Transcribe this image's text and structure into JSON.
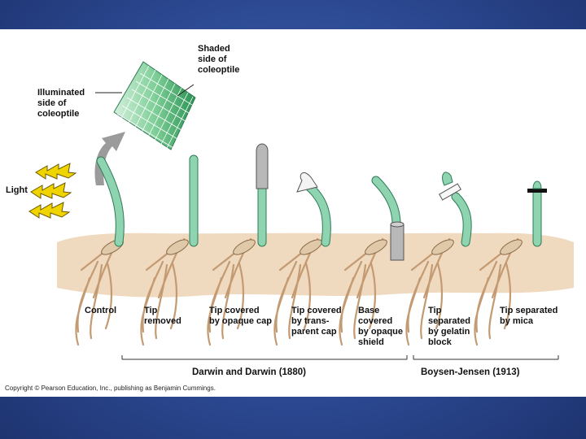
{
  "diagram": {
    "inset_labels": {
      "shaded": "Shaded\nside of\ncoleoptile",
      "illuminated": "Illuminated\nside of\ncoleoptile"
    },
    "light_label": "Light",
    "specimens": [
      {
        "id": "control",
        "label": "Control"
      },
      {
        "id": "tip-removed",
        "label": "Tip\nremoved"
      },
      {
        "id": "opaque-cap",
        "label": "Tip covered\nby opaque cap"
      },
      {
        "id": "transparent-cap",
        "label": "Tip covered\nby trans-\nparent cap"
      },
      {
        "id": "opaque-shield",
        "label": "Base\ncovered\nby opaque\nshield"
      },
      {
        "id": "gelatin-block",
        "label": "Tip\nseparated\nby gelatin\nblock"
      },
      {
        "id": "mica",
        "label": "Tip separated\nby mica"
      }
    ],
    "groups": [
      {
        "id": "darwin",
        "label": "Darwin and Darwin (1880)"
      },
      {
        "id": "boysen-jensen",
        "label": "Boysen-Jensen (1913)"
      }
    ],
    "copyright": "Copyright © Pearson Education, Inc., publishing as Benjamin Cummings."
  },
  "colors": {
    "background": "#2d4a94",
    "soil": "#efd9bf",
    "stem": "#8ed4b0",
    "stem_outline": "#2e7a56",
    "root": "#c49a72",
    "cells_light": "#c8ebd2",
    "cells_dark": "#2f9a58",
    "opaque": "#b8b8b8"
  }
}
